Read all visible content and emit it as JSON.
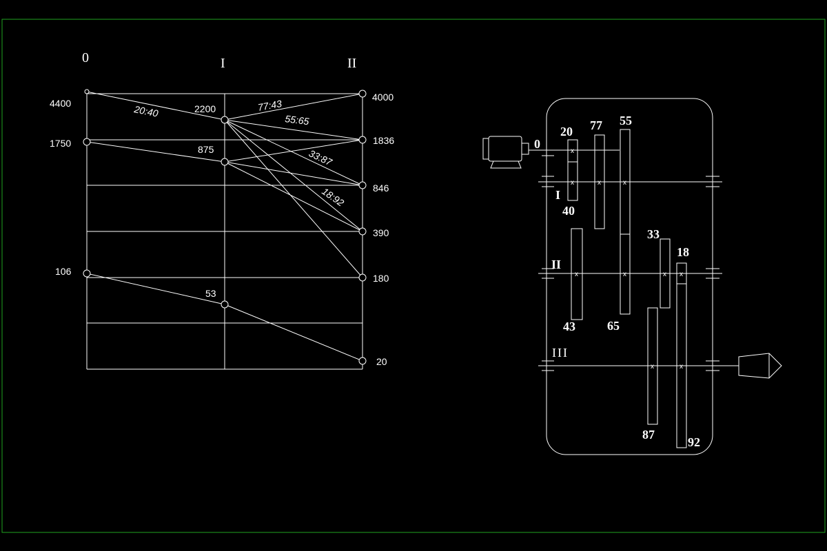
{
  "colors": {
    "background": "#000000",
    "lines": "#ffffff",
    "frame": "#1fa51f"
  },
  "speed_chart": {
    "shaft_labels": [
      "0",
      "I",
      "II"
    ],
    "shaft0_speeds": [
      "4400",
      "1750",
      "106"
    ],
    "shaftI_speeds": [
      "2200",
      "875",
      "53"
    ],
    "shaftII_speeds": [
      "4000",
      "1836",
      "846",
      "390",
      "180",
      "20"
    ],
    "ratio_labels": [
      "20:40",
      "77:43",
      "55:65",
      "33:87",
      "18:92"
    ]
  },
  "kinematic": {
    "shaft_labels": [
      "0",
      "I",
      "II",
      "III"
    ],
    "gear_teeth": [
      "20",
      "40",
      "77",
      "55",
      "43",
      "65",
      "33",
      "18",
      "87",
      "92"
    ],
    "gear_mark": "x"
  }
}
